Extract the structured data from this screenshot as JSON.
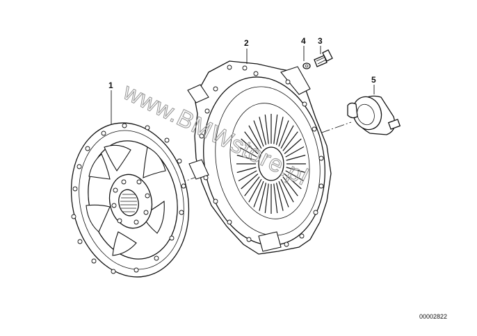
{
  "callouts": {
    "part1": "1",
    "part2": "2",
    "part3": "3",
    "part4": "4",
    "part5": "5"
  },
  "watermark": "www.BMWstore.pl",
  "doc_number": "00002822"
}
